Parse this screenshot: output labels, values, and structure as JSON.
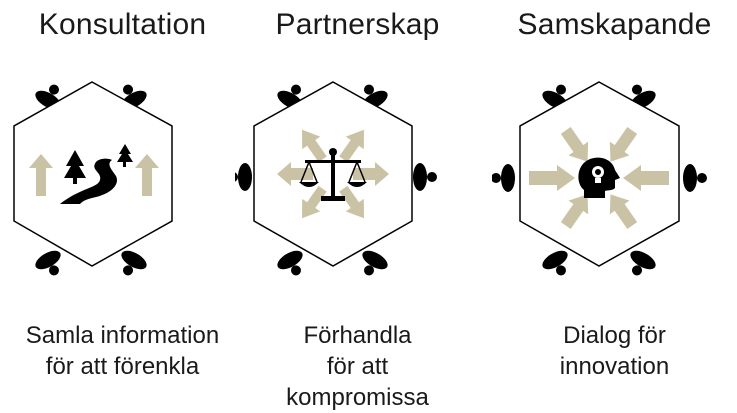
{
  "colors": {
    "arrow": "#c9c2a4",
    "ink": "#000000",
    "hex_stroke": "#000000"
  },
  "panels": [
    {
      "title": "Konsultation",
      "icon": "road-with-trees-icon",
      "description": [
        "Samla information",
        "för att förenkla"
      ]
    },
    {
      "title": "Partnerskap",
      "icon": "scales-icon",
      "description": [
        "Förhandla",
        "för att",
        "kompromissa"
      ]
    },
    {
      "title": "Samskapande",
      "icon": "head-lightbulb-icon",
      "description": [
        "Dialog för",
        "innovation"
      ]
    }
  ]
}
